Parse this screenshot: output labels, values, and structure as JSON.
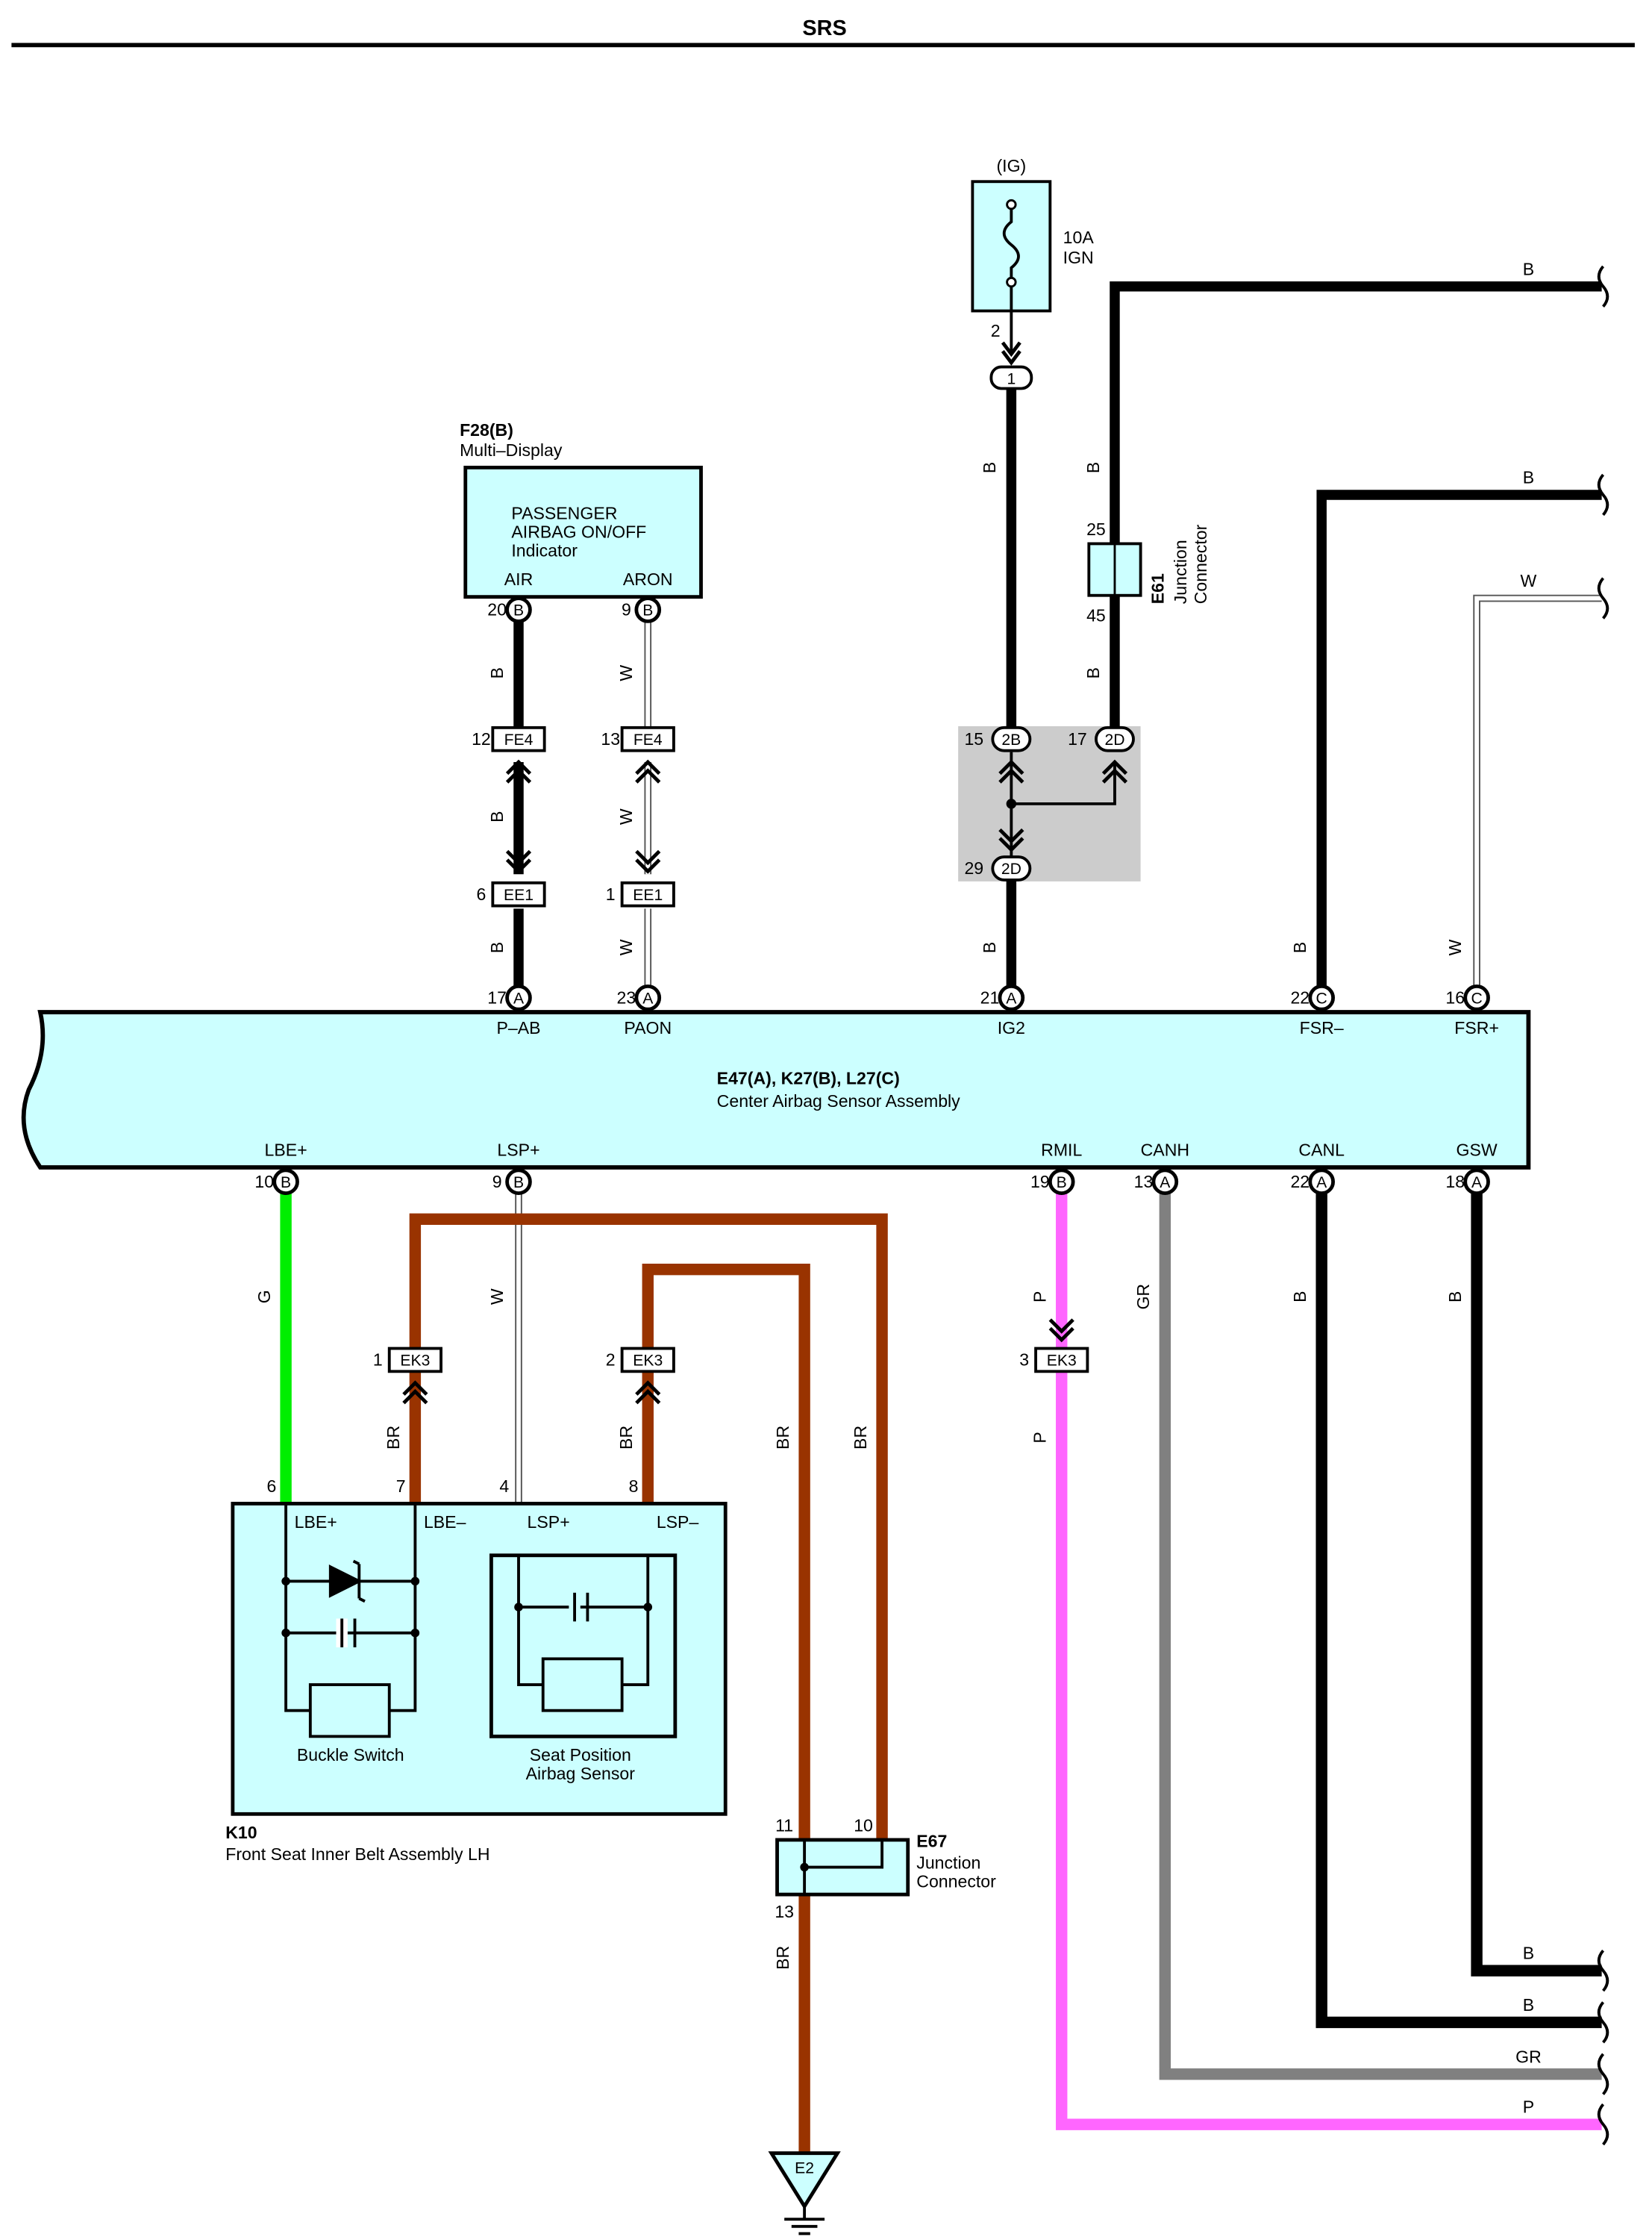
{
  "header": {
    "title": "SRS"
  },
  "fuse": {
    "source": "(IG)",
    "rating": "10A",
    "name": "IGN",
    "pin_out": "2"
  },
  "multi_display": {
    "code": "F28(B)",
    "name": "Multi–Display",
    "indicator_lines": [
      "PASSENGER",
      "AIRBAG ON/OFF",
      "Indicator"
    ],
    "terminals": [
      {
        "pin": "20",
        "conn": "B",
        "label": "AIR"
      },
      {
        "pin": "9",
        "conn": "B",
        "label": "ARON"
      }
    ]
  },
  "junction_e61": {
    "code": "E61",
    "lines": [
      "Junction",
      "Connector"
    ],
    "pin_top": "25",
    "pin_bottom": "45"
  },
  "connectors": {
    "fe4_a": {
      "pin": "12",
      "name": "FE4"
    },
    "fe4_b": {
      "pin": "13",
      "name": "FE4"
    },
    "ee1_a": {
      "pin": "6",
      "name": "EE1"
    },
    "ee1_b": {
      "pin": "1",
      "name": "EE1"
    },
    "ig_in": {
      "pin": "1"
    },
    "j2b": {
      "pin": "15",
      "name": "2B"
    },
    "j2d_top": {
      "pin": "17",
      "name": "2D"
    },
    "j2d_bot": {
      "pin": "29",
      "name": "2D"
    },
    "ek3_lbe": {
      "pin": "1",
      "name": "EK3"
    },
    "ek3_lsp": {
      "pin": "2",
      "name": "EK3"
    },
    "ek3_rmil": {
      "pin": "3",
      "name": "EK3"
    }
  },
  "center_sensor": {
    "code": "E47(A), K27(B), L27(C)",
    "name": "Center Airbag Sensor Assembly",
    "top_terminals": [
      {
        "pin": "17",
        "conn": "A",
        "label": "P–AB"
      },
      {
        "pin": "23",
        "conn": "A",
        "label": "PAON"
      },
      {
        "pin": "21",
        "conn": "A",
        "label": "IG2"
      },
      {
        "pin": "22",
        "conn": "C",
        "label": "FSR–"
      },
      {
        "pin": "16",
        "conn": "C",
        "label": "FSR+"
      }
    ],
    "bottom_terminals": [
      {
        "pin": "10",
        "conn": "B",
        "label": "LBE+"
      },
      {
        "pin": "9",
        "conn": "B",
        "label": "LSP+"
      },
      {
        "pin": "19",
        "conn": "B",
        "label": "RMIL"
      },
      {
        "pin": "13",
        "conn": "A",
        "label": "CANH"
      },
      {
        "pin": "22",
        "conn": "A",
        "label": "CANL"
      },
      {
        "pin": "18",
        "conn": "A",
        "label": "GSW"
      }
    ]
  },
  "belt_assembly": {
    "code": "K10",
    "name": "Front Seat Inner Belt Assembly LH",
    "pins": [
      "6",
      "7",
      "4",
      "8"
    ],
    "terminal_labels": [
      "LBE+",
      "LBE–",
      "LSP+",
      "LSP–"
    ],
    "buckle_switch": "Buckle Switch",
    "seat_sensor_lines": [
      "Seat Position",
      "Airbag Sensor"
    ]
  },
  "junction_e67": {
    "code": "E67",
    "lines": [
      "Junction",
      "Connector"
    ],
    "pin_11": "11",
    "pin_10": "10",
    "pin_13": "13"
  },
  "ground": {
    "label": "E2"
  },
  "wire_colors": {
    "air_upper": "B",
    "air_mid": "B",
    "air_lower": "B",
    "aron_upper": "W",
    "aron_mid": "W",
    "aron_lower": "W",
    "ig_upper": "B",
    "ig_lower": "B",
    "e61_upper": "B",
    "e61_lower": "B",
    "fsrm": "B",
    "fsrp": "W",
    "out_top1": "B",
    "out_top2": "B",
    "out_top3": "W",
    "lbe": "G",
    "lsp": "W",
    "lbe_minus": "BR",
    "lsp_minus": "BR",
    "br_long1": "BR",
    "br_long2": "BR",
    "br_ground": "BR",
    "rmil_upper": "P",
    "rmil_lower": "P",
    "canh": "GR",
    "canl": "B",
    "gsw": "B",
    "out_bot1": "B",
    "out_bot2": "B",
    "out_bot3": "GR",
    "out_bot4": "P"
  },
  "colors": {
    "component_fill": "#ccffff",
    "splice_fill": "#cccccc",
    "wire_black": "#000000",
    "wire_brown": "#993300",
    "wire_green": "#00ee00",
    "wire_pink": "#ff66ff",
    "wire_gray": "#808080"
  }
}
